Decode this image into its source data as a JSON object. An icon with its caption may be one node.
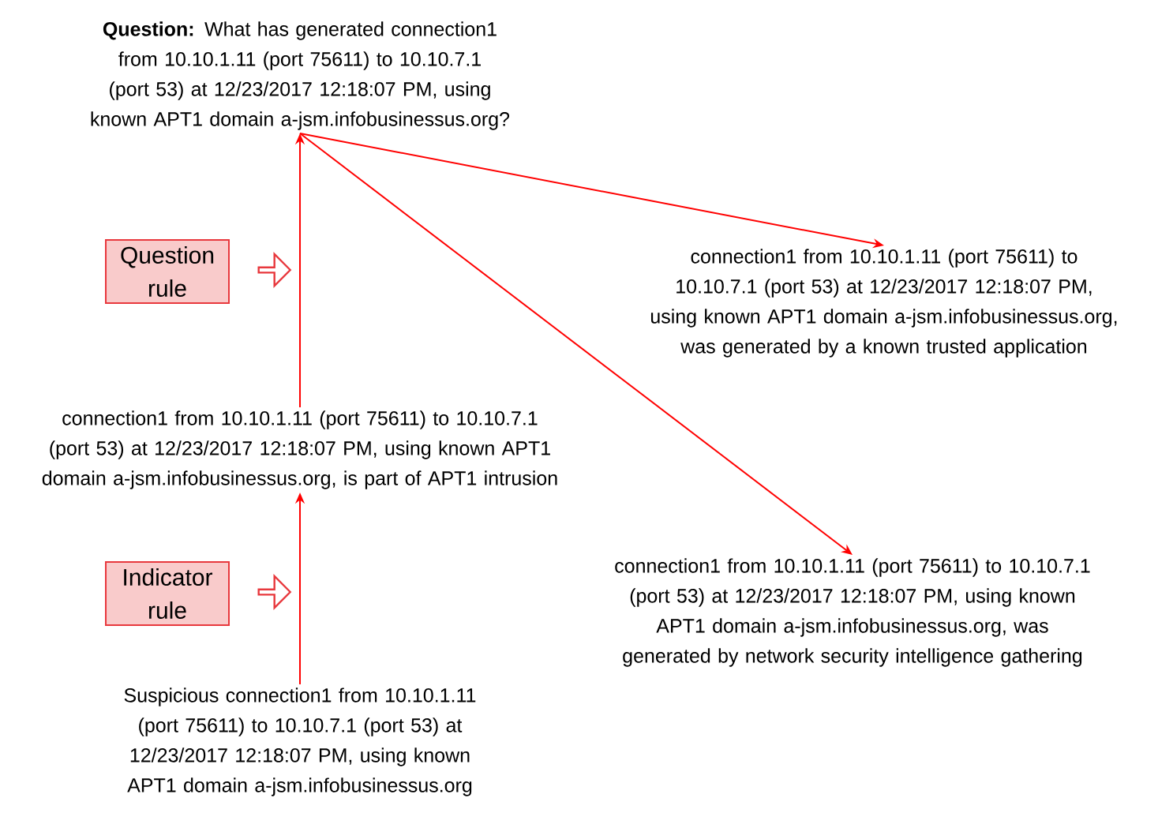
{
  "diagram": {
    "nodes": [
      {
        "text": [
          "**Question:** What has generated connection1 from 10.10.1.11  (port 75611) to 10.10.7.1 (port 53) at 12/23/2017 12:18:07 PM, using known APT1 domain a-jsm.infobusinessus.org?"
        ]
      },
      {
        "text": [
          "Question rule"
        ]
      },
      {
        "text": [
          "connection1 from 10.10.1.11  (port 75611) to 10.10.7.1 (port 53) at 12/23/2017 12:18:07 PM, using known APT1 domain a-jsm.infobusinessus.org, is part of APT1 intrusion"
        ]
      },
      {
        "text": [
          "Indicator rule"
        ]
      },
      {
        "text": [
          "Suspicious connection1 from 10.10.1.11 (port 75611) to 10.10.7.1 (port 53) at 12/23/2017 12:18:07 PM, using known APT1 domain a-jsm.infobusinessus.org"
        ]
      },
      {
        "text": [
          "connection1 from 10.10.1.11  (port 75611) to 10.10.7.1 (port 53) at 12/23/2017 12:18:07 PM, using known APT1 domain a-jsm.infobusinessus.org, was generated by a known trusted application"
        ]
      },
      {
        "text": [
          "connection1 from 10.10.1.11  (port 75611) to 10.10.7.1 (port 53) at 12/23/2017 12:18:07 PM, using known APT1 domain a-jsm.infobusinessus.org, was generated by network security intelligence gathering"
        ]
      }
    ],
    "edges": [
      {
        "from": 4,
        "to": 2,
        "arrow": "to"
      },
      {
        "from": 2,
        "to": 0,
        "arrow": "to"
      },
      {
        "from": 0,
        "to": 5,
        "arrow": "to"
      },
      {
        "from": 0,
        "to": 6,
        "arrow": "to"
      }
    ]
  }
}
